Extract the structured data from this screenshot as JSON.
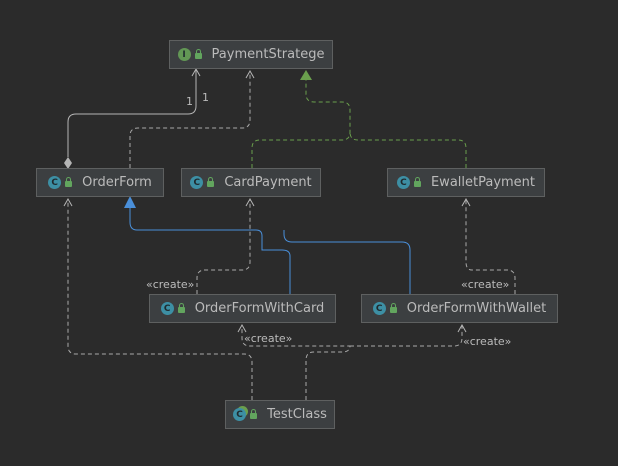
{
  "nodes": {
    "payment_strategy": {
      "name": "PaymentStratege",
      "kind": "interface",
      "badge": "I"
    },
    "order_form": {
      "name": "OrderForm",
      "kind": "class",
      "badge": "C"
    },
    "card_payment": {
      "name": "CardPayment",
      "kind": "class",
      "badge": "C"
    },
    "ewallet_payment": {
      "name": "EwalletPayment",
      "kind": "class",
      "badge": "C"
    },
    "order_form_with_card": {
      "name": "OrderFormWithCard",
      "kind": "class",
      "badge": "C"
    },
    "order_form_with_wallet": {
      "name": "OrderFormWithWallet",
      "kind": "class",
      "badge": "C"
    },
    "test_class": {
      "name": "TestClass",
      "kind": "main class",
      "badge": "C"
    }
  },
  "labels": {
    "mult_left": "1",
    "mult_right": "1",
    "create_card": "«create»",
    "create_wallet": "«create»",
    "create_test_card": "«create»",
    "create_test_wallet": "«create»"
  },
  "colors": {
    "background": "#2b2b2b",
    "node_fill": "#3c3f41",
    "node_border": "#5e6060",
    "text": "#bbbbbb",
    "dependency_line": "#a9a9a9",
    "realization_line": "#6a9f4d",
    "generalization_line": "#4a8fd9"
  }
}
